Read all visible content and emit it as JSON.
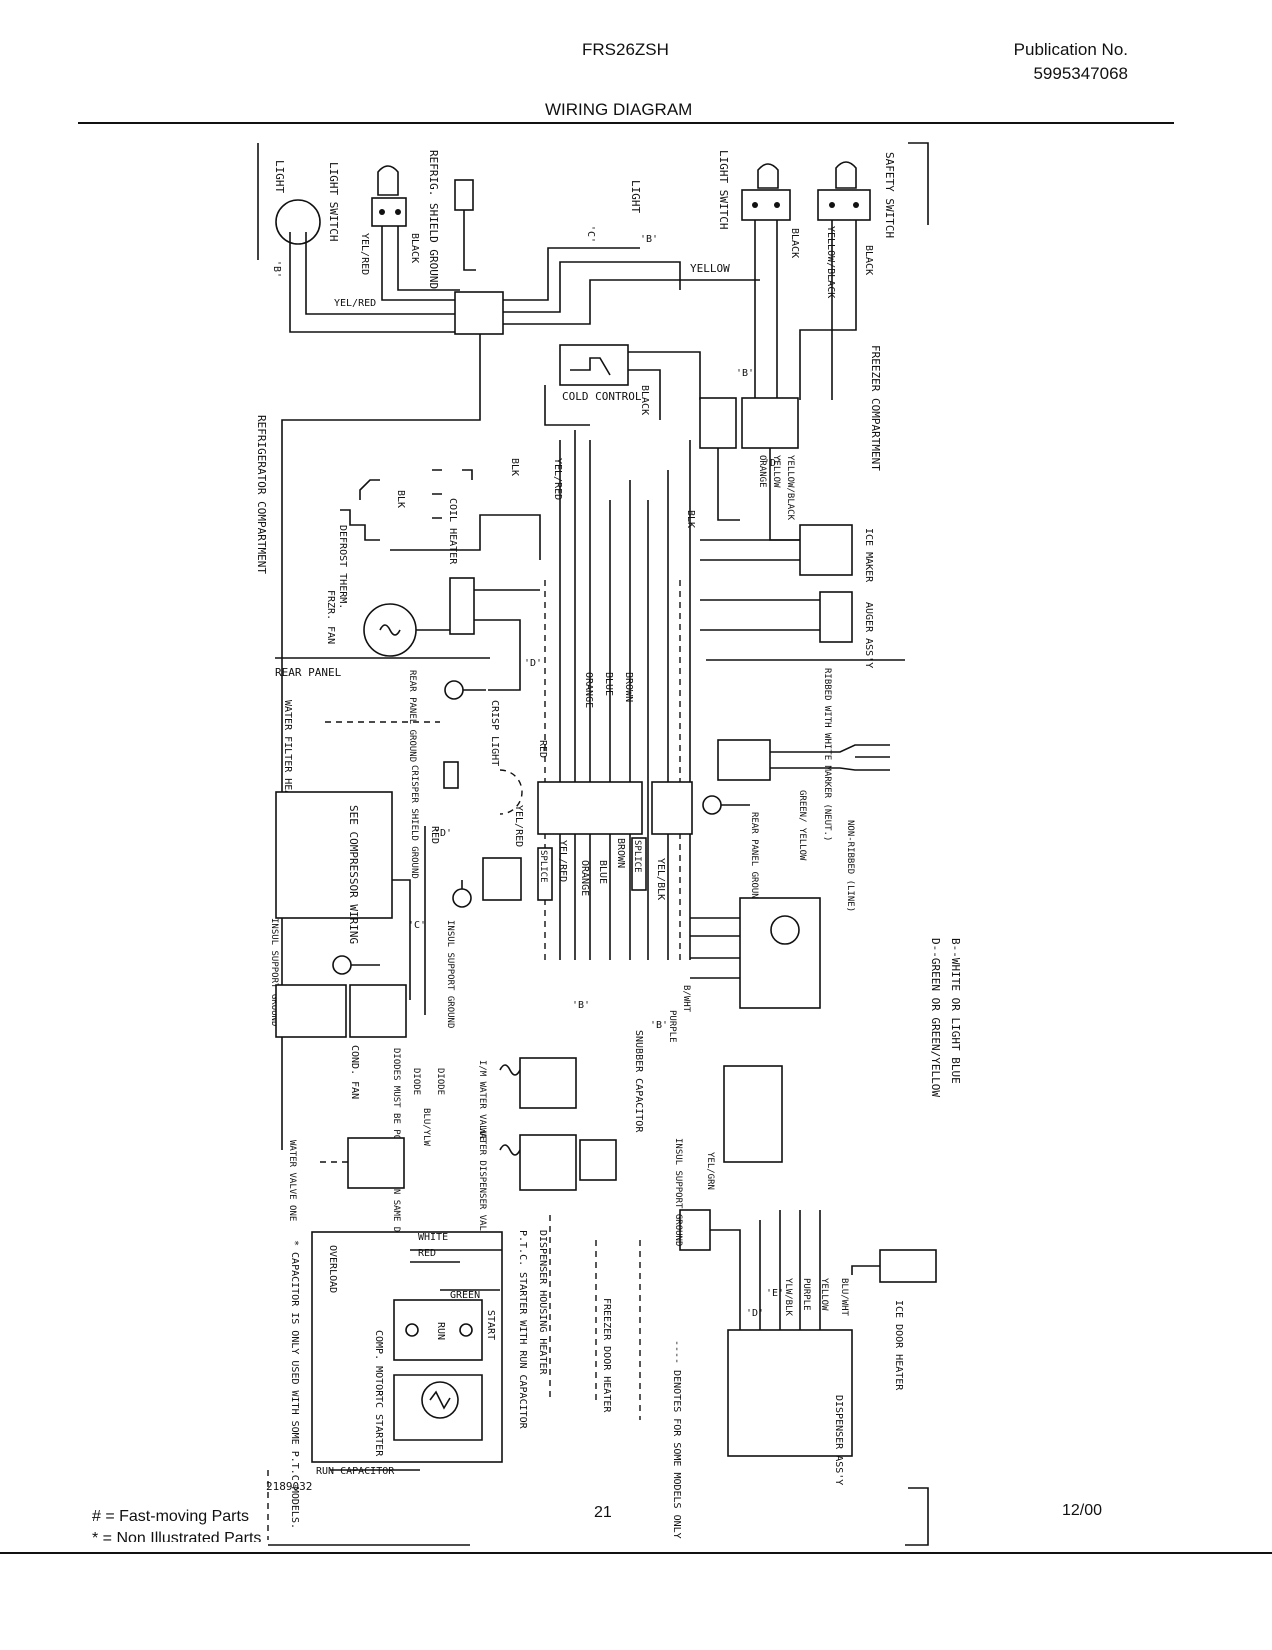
{
  "header": {
    "model": "FRS26ZSH",
    "publication_label": "Publication No.",
    "publication_number": "5995347068",
    "diagram_title": "WIRING DIAGRAM"
  },
  "footer": {
    "fast_moving": "# = Fast-moving Parts",
    "non_illustrated": "* = Non Illustrated Parts",
    "page_number": "21",
    "date": "12/00"
  },
  "diagram": {
    "drawing_number": "2189032",
    "labels": {
      "light_left": "LIGHT",
      "light_switch_left": "LIGHT SWITCH",
      "refrig_shield_ground": "REFRIG. SHIELD GROUND",
      "light_center": "LIGHT",
      "light_switch_right": "LIGHT SWITCH",
      "safety_switch": "SAFETY SWITCH",
      "refrigerator_compartment": "REFRIGERATOR COMPARTMENT",
      "freezer_compartment": "FREEZER COMPARTMENT",
      "cold_control": "COLD CONTROL",
      "col_heater": "COIL HEATER",
      "defrost_therm": "DEFROST THERM.",
      "frzr_fan": "FRZR. FAN",
      "ice_maker": "ICE MAKER",
      "auger_assy": "AUGER ASS'Y",
      "rear_panel": "REAR PANEL",
      "rear_panel_ground_left": "REAR PANEL GROUND",
      "water_filter_heater": "WATER FILTER HEATER",
      "crisp_light": "CRISP LIGHT",
      "crisper_shield_ground": "CRISPER SHIELD GROUND",
      "see_compressor_wiring": "SEE COMPRESSOR WIRING",
      "insul_support_ground_1": "INSUL SUPPORT GROUND",
      "insul_support_ground_2": "INSUL SUPPORT GROUND",
      "insul_support_ground_3": "INSUL SUPPORT GROUND",
      "cond_fan": "COND. FAN",
      "diodes_note": "DIODES MUST BE POLARIZED IN SAME DIRECTION",
      "diode": "DIODE",
      "ice_water_valve": "I/M WATER VALVE",
      "water_dispenser_valve": "WATER DISPENSER VALVE",
      "water_valve_one": "WATER VALVE ONE",
      "snubber_capacitor": "SNUBBER CAPACITOR",
      "ribbed_white_marker": "RIBBED WITH WHITE MARKER (NEUT.)",
      "non_ribbed_line": "NON-RIBBED (LINE)",
      "rear_panel_ground_right": "REAR PANEL GROUND",
      "green_yellow": "GREEN/ YELLOW",
      "legend_b": "B--WHITE OR LIGHT BLUE",
      "legend_d": "D--GREEN OR GREEN/YELLOW",
      "capacitor_note": "* CAPACITOR IS ONLY USED WITH SOME P.T.C MODELS.",
      "overload": "OVERLOAD",
      "comp_motor": "COMP. MOTOR",
      "ptc_starter": "PTC STARTER",
      "run_capacitor": "RUN CAPACITOR",
      "start": "START",
      "run": "RUN",
      "ptc_starter_with_run_cap": "P.T.C. STARTER WITH RUN CAPACITOR",
      "dispenser_housing_heater": "DISPENSER HOUSING HEATER",
      "freezer_door_heater": "FREEZER DOOR HEATER",
      "denotes_some_models": "---- DENOTES FOR SOME MODELS ONLY",
      "dispenser_assy": "DISPENSER ASS'Y",
      "ice_door_heater": "ICE DOOR HEATER",
      "splice": "SPLICE"
    },
    "wire_colors": {
      "black": "BLACK",
      "yel_red": "YEL/RED",
      "yellow": "YELLOW",
      "yellow_black": "YELLOW/BLACK",
      "orange": "ORANGE",
      "blue": "BLUE",
      "brown": "BROWN",
      "red": "RED",
      "blk": "BLK",
      "yel_blk": "YEL/BLK",
      "purple": "PURPLE",
      "white": "WHITE",
      "green": "GREEN",
      "blu_wht": "BLU/WHT",
      "b_wht": "B/WHT",
      "ylw_blk": "YLW/BLK",
      "blu_ylw": "BLU/YLW",
      "yel_grn": "YEL/GRN"
    },
    "marks": {
      "b": "'B'",
      "c": "'C'",
      "d": "'D'",
      "e": "'E'"
    }
  }
}
